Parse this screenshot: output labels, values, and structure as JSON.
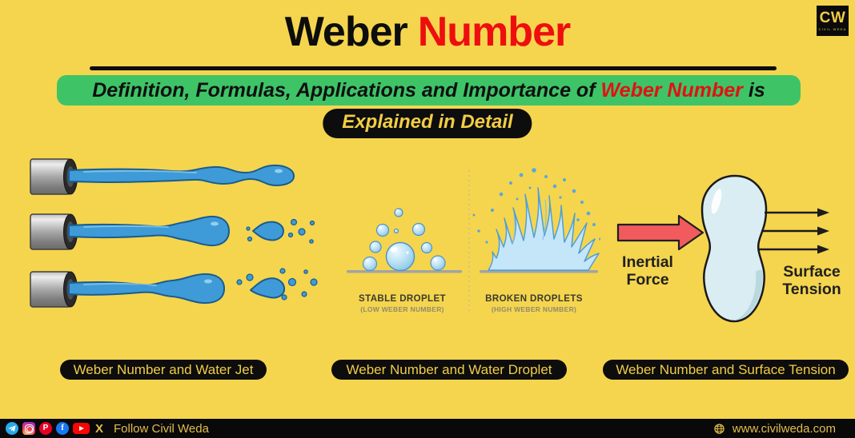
{
  "colors": {
    "background": "#F5D54E",
    "title_red": "#EE0E0E",
    "banner_green": "#3EC467",
    "pill_black": "#0D0D0D",
    "pill_text_yellow": "#F2CD45",
    "water_blue": "#3E9BD8",
    "water_outline": "#1B5C8C",
    "droplet_light_blue": "#D9EDF2",
    "inertial_arrow_red": "#F15B5E",
    "footer_gold": "#E3BE4F"
  },
  "logo": {
    "initials": "CW",
    "subtext": "CIVIL WEDA"
  },
  "header": {
    "title_black": "Weber",
    "title_red": "Number",
    "banner_prefix": "Definition, Formulas, Applications and Importance of",
    "banner_highlight": "Weber Number",
    "banner_suffix": "is",
    "detail_pill": "Explained in Detail"
  },
  "figures": {
    "water_jet": {
      "caption": "Weber Number and Water Jet"
    },
    "water_droplet": {
      "caption": "Weber Number and Water Droplet",
      "stable_label": "STABLE DROPLET",
      "stable_sublabel": "(LOW WEBER NUMBER)",
      "broken_label": "BROKEN DROPLETS",
      "broken_sublabel": "(HIGH WEBER NUMBER)"
    },
    "surface_tension": {
      "caption": "Weber Number and Surface Tension",
      "inertial_line1": "Inertial",
      "inertial_line2": "Force",
      "surface_line1": "Surface",
      "surface_line2": "Tension"
    }
  },
  "footer": {
    "social_icons": [
      "telegram",
      "instagram",
      "pinterest",
      "facebook",
      "youtube",
      "x"
    ],
    "pinterest_letter": "P",
    "facebook_letter": "f",
    "x_letter": "X",
    "follow_text": "Follow Civil Weda",
    "website": "www.civilweda.com"
  }
}
